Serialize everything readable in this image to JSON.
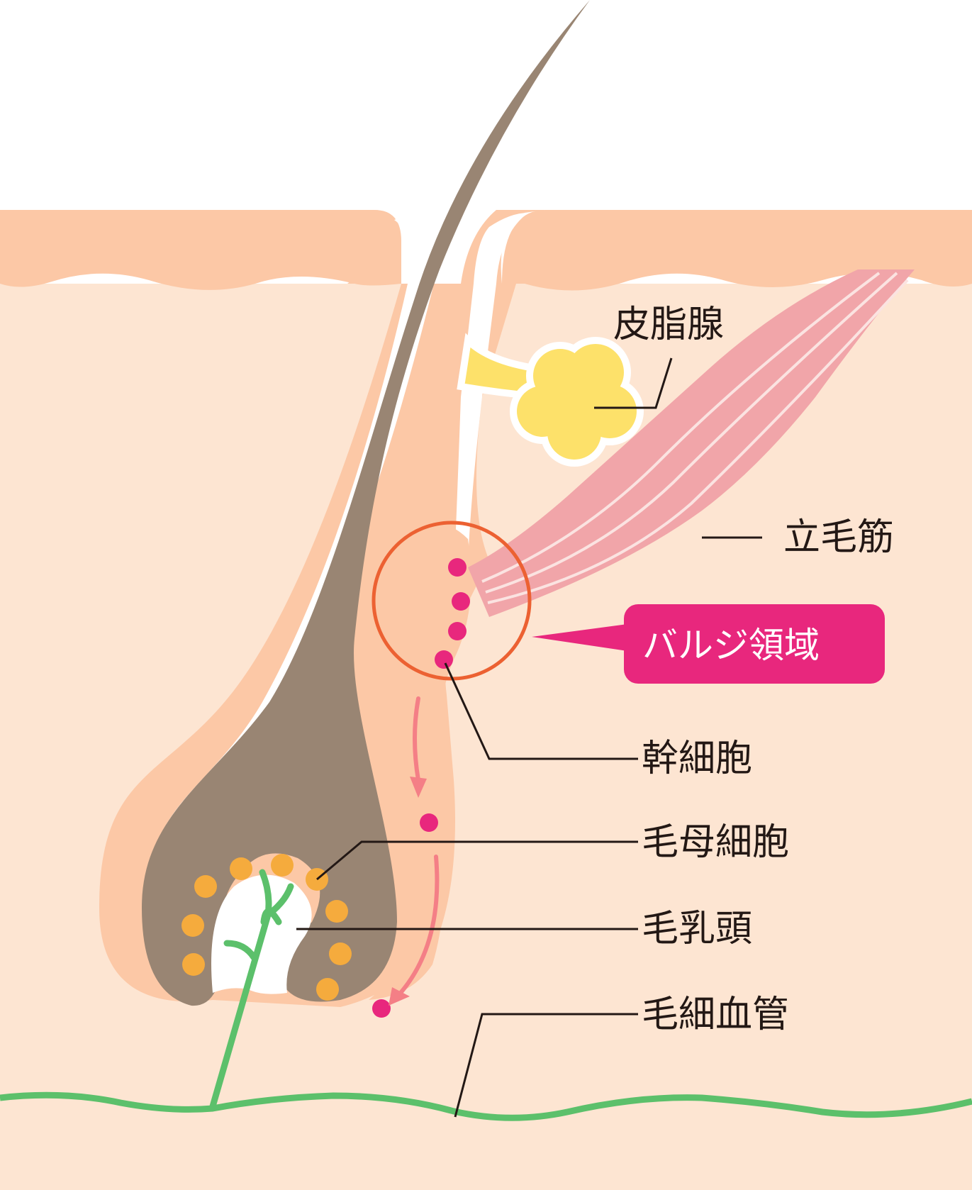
{
  "labels": {
    "sebaceous_gland": "皮脂腺",
    "arrector_pili": "立毛筋",
    "bulge_region": "バルジ領域",
    "stem_cell": "幹細胞",
    "hair_matrix_cell": "毛母細胞",
    "dermal_papilla": "毛乳頭",
    "capillary": "毛細血管"
  },
  "colors": {
    "skin_upper": "#fcc8a6",
    "skin_lower": "#fde5d2",
    "hair": "#998573",
    "sheath": "#fcc8a6",
    "gland": "#fde16a",
    "muscle": "#f1a5a9",
    "muscle_stripe": "#fbe3e1",
    "stem_dot": "#e8277d",
    "matrix_dot": "#f5ab3d",
    "capillary": "#5cc06b",
    "bulge_circle": "#ec6132",
    "badge": "#e8277d",
    "arrow": "#f47f86",
    "leader": "#231815"
  }
}
